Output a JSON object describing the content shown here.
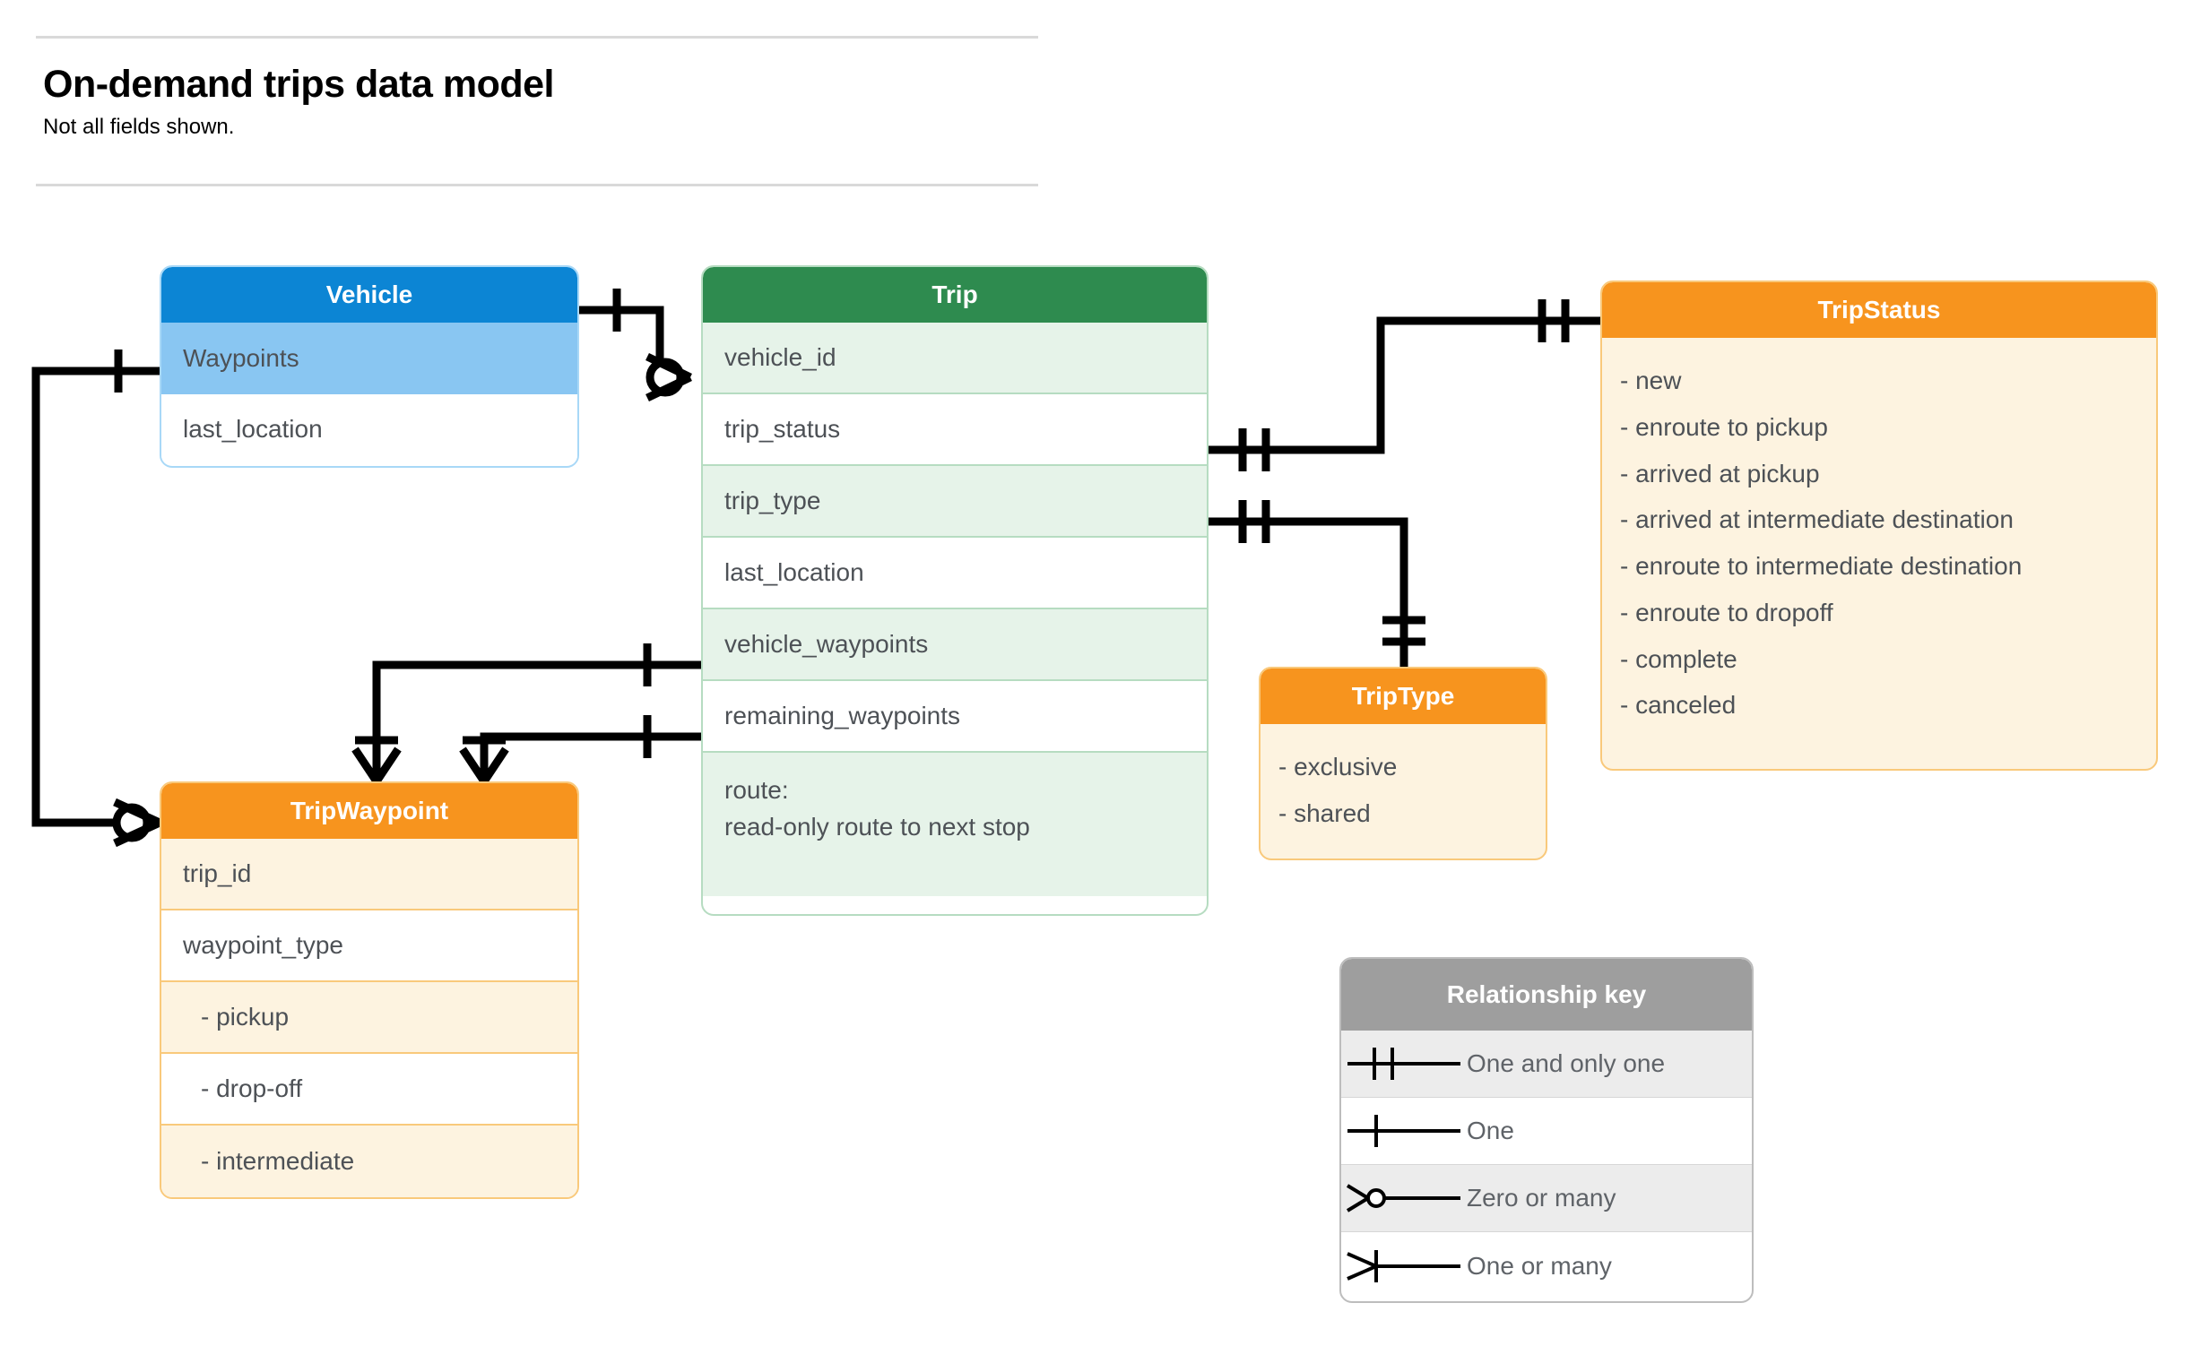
{
  "header": {
    "title": "On-demand trips data model",
    "subtitle": "Not all fields shown."
  },
  "colors": {
    "vehicle_header": "#0c85d4",
    "vehicle_row_highlight": "#89c6f2",
    "vehicle_border": "#a8d8f7",
    "trip_header": "#2e8b4f",
    "trip_row": "#e6f3e9",
    "trip_border": "#b6dcc1",
    "orange_header": "#f7941e",
    "orange_row": "#fdf3e0",
    "orange_border": "#f9c97b",
    "legend_header": "#9e9e9e",
    "legend_row_alt": "#ececec",
    "field_text": "#4d5156",
    "connector": "#000000"
  },
  "entities": {
    "vehicle": {
      "name": "Vehicle",
      "fields": [
        "Waypoints",
        "last_location"
      ]
    },
    "trip": {
      "name": "Trip",
      "fields": [
        "vehicle_id",
        "trip_status",
        "trip_type",
        "last_location",
        "vehicle_waypoints",
        "remaining_waypoints"
      ],
      "route_field": {
        "label": "route:",
        "description": "read-only route to next stop"
      }
    },
    "trip_status": {
      "name": "TripStatus",
      "values": [
        "- new",
        "- enroute to pickup",
        "- arrived at pickup",
        "- arrived at intermediate destination",
        "- enroute to intermediate destination",
        "- enroute to dropoff",
        "- complete",
        "- canceled"
      ]
    },
    "trip_type": {
      "name": "TripType",
      "values": [
        "- exclusive",
        "- shared"
      ]
    },
    "trip_waypoint": {
      "name": "TripWaypoint",
      "fields": [
        "trip_id",
        "waypoint_type"
      ],
      "waypoint_type_values": [
        "-  pickup",
        "-  drop-off",
        "-  intermediate"
      ]
    }
  },
  "legend": {
    "title": "Relationship key",
    "rows": [
      {
        "symbol": "one-and-only-one",
        "label": "One and only one"
      },
      {
        "symbol": "one",
        "label": "One"
      },
      {
        "symbol": "zero-or-many",
        "label": "Zero or many"
      },
      {
        "symbol": "one-or-many",
        "label": "One or many"
      }
    ]
  },
  "relationships": [
    {
      "from": "Vehicle",
      "from_cardinality": "One",
      "to": "Trip.vehicle_id",
      "to_cardinality": "Zero or many"
    },
    {
      "from": "Vehicle.Waypoints",
      "from_cardinality": "One",
      "to": "TripWaypoint",
      "to_cardinality": "Zero or many"
    },
    {
      "from": "Trip.trip_status",
      "from_cardinality": "One and only one",
      "to": "TripStatus",
      "to_cardinality": "One and only one"
    },
    {
      "from": "Trip.trip_type",
      "from_cardinality": "One and only one",
      "to": "TripType",
      "to_cardinality": "One and only one"
    },
    {
      "from": "Trip.vehicle_waypoints",
      "from_cardinality": "One",
      "to": "TripWaypoint",
      "to_cardinality": "One or many"
    },
    {
      "from": "Trip.remaining_waypoints",
      "from_cardinality": "One",
      "to": "TripWaypoint",
      "to_cardinality": "One or many"
    }
  ]
}
